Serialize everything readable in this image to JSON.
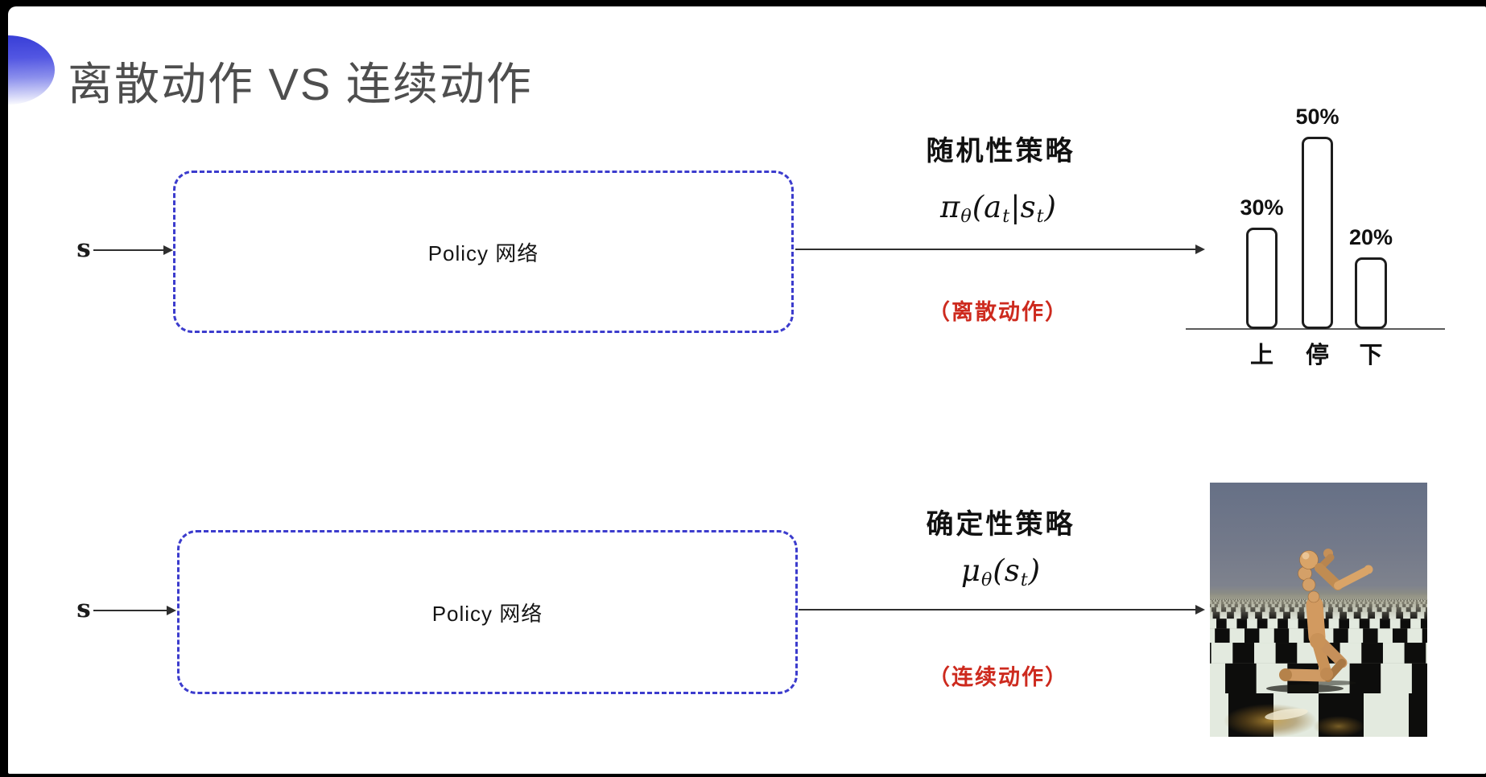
{
  "slide": {
    "title": "离散动作 VS 连续动作"
  },
  "rows": [
    {
      "input_label": "s",
      "box_label": "Policy 网络",
      "policy_type": "随机性策略",
      "formula_parts": [
        {
          "b": "π",
          "s": "θ"
        },
        {
          "b": "(a",
          "s": "t"
        },
        {
          "b": "|s",
          "s": "t"
        },
        {
          "b": ")",
          "s": ""
        }
      ],
      "action_note": "（离散动作）"
    },
    {
      "input_label": "s",
      "box_label": "Policy 网络",
      "policy_type": "确定性策略",
      "formula_parts": [
        {
          "b": "μ",
          "s": "θ"
        },
        {
          "b": "(s",
          "s": "t"
        },
        {
          "b": ")",
          "s": ""
        }
      ],
      "action_note": "（连续动作）"
    }
  ],
  "chart_data": {
    "type": "bar",
    "categories": [
      "上",
      "停",
      "下"
    ],
    "values": [
      30,
      50,
      20
    ],
    "value_labels": [
      "30%",
      "50%",
      "20%"
    ],
    "title": "",
    "xlabel": "",
    "ylabel": "",
    "ylim": [
      0,
      60
    ],
    "grid": false,
    "legend": false,
    "bar_style": "outlined-rounded-white"
  },
  "illustration": {
    "name": "mujoco-humanoid-on-checkerboard",
    "caption": ""
  },
  "colors": {
    "dashed_box_blue": "#3c3ccd",
    "accent_red": "#cd2a1e",
    "title_gray": "#4e4e4e",
    "arrow_dark": "#2f2f2f",
    "sky_gray_blue": "#667086",
    "checker_light": "#e3eadf",
    "checker_dark": "#0d0d0c",
    "robot_skin": "#d49a63"
  }
}
